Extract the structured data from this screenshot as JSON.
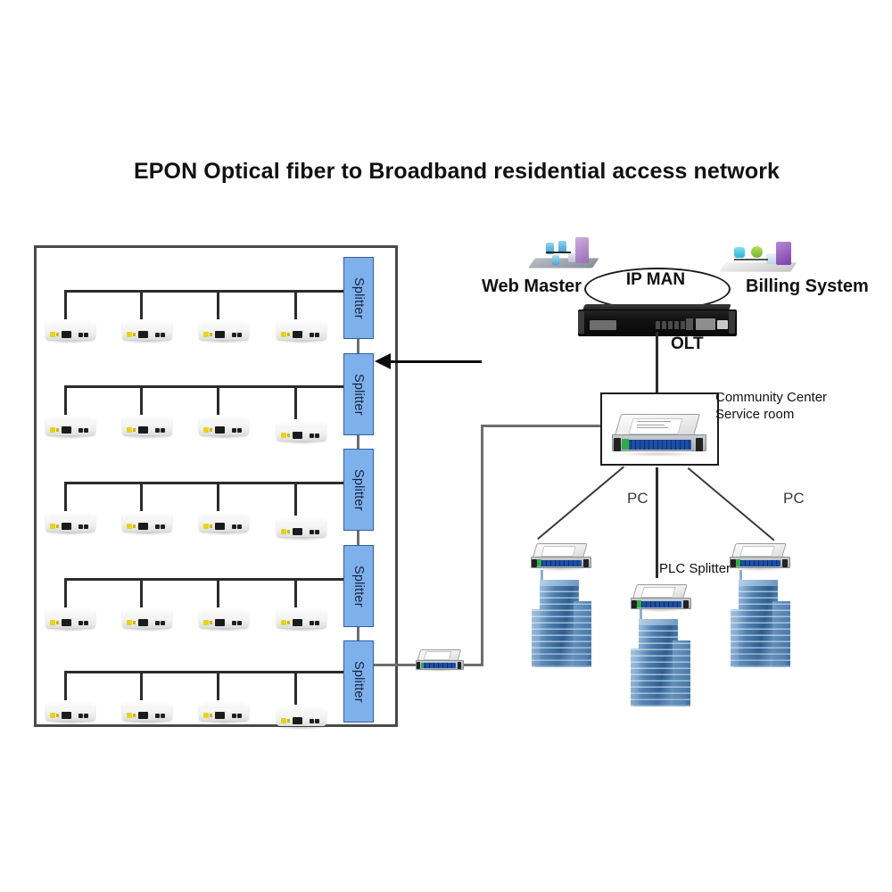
{
  "title": "EPON Optical fiber to Broadband residential access network",
  "colors": {
    "splitter_fill": "#7eb0ec",
    "splitter_border": "#2f5f9e",
    "panel_border": "#4a4a4a",
    "link_dark": "#2b2b2b",
    "link_gray": "#6d6d6d",
    "building_blue": "#2e5f91",
    "olt_black": "#111111"
  },
  "access_panel": {
    "name": "residential access enclosure",
    "splitters": [
      {
        "label": "Splitter"
      },
      {
        "label": "Splitter"
      },
      {
        "label": "Splitter"
      },
      {
        "label": "Splitter"
      },
      {
        "label": "Splitter"
      }
    ],
    "onu_rows": 5,
    "onu_per_row": 4,
    "onu_total": 20
  },
  "core": {
    "web_master": "Web Master",
    "ip_man": "IP MAN",
    "billing_system": "Billing System",
    "olt": "OLT"
  },
  "community": {
    "line1": "Community Center",
    "line2": "Service room"
  },
  "distribution": {
    "plc_splitter": "PLC Splitter",
    "pc_left": "PC",
    "pc_right": "PC",
    "buildings": 3,
    "plc_cassettes": 3
  }
}
